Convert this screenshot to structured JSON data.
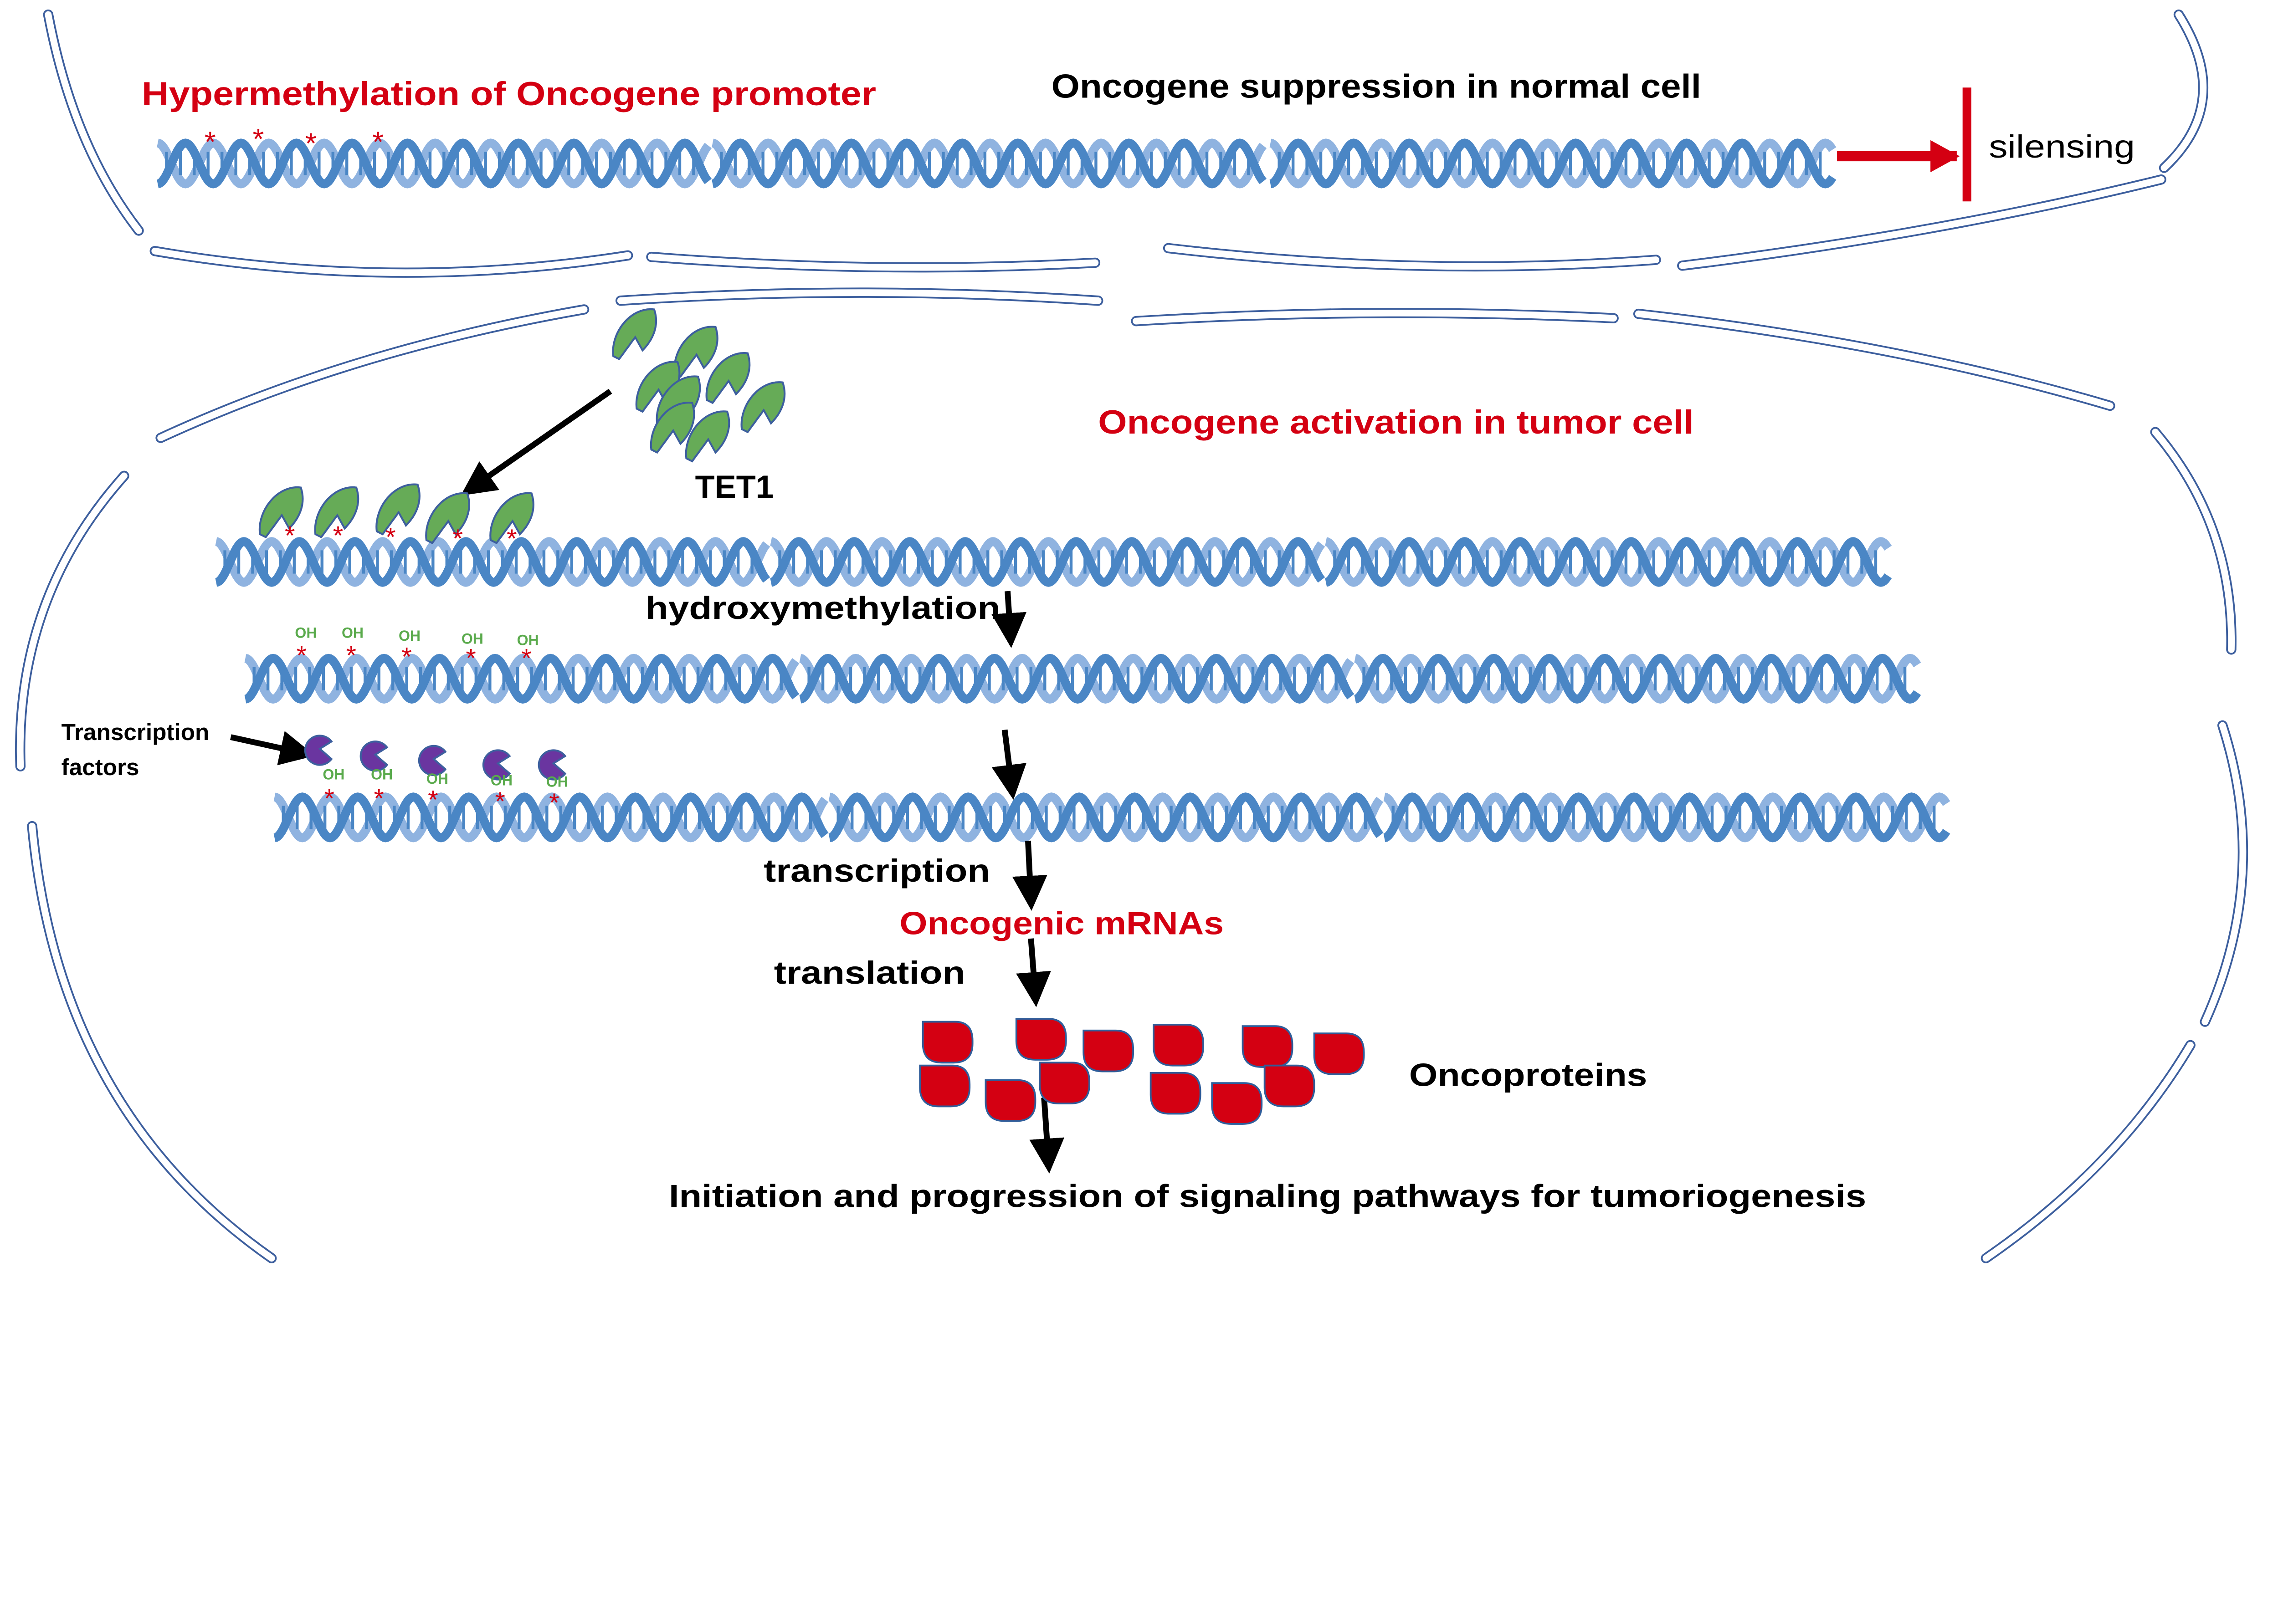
{
  "colors": {
    "red": "#d40012",
    "dna_dark": "#4a86c5",
    "dna_light": "#8fb3e0",
    "tet1_green": "#66ab57",
    "tf_purple": "#6a35a0",
    "membrane": "#3d5f9e",
    "oh_green": "#5aaa4c"
  },
  "normal_cell": {
    "promoter_label": "Hypermethylation of Oncogene promoter",
    "title": "Oncogene suppression in normal cell",
    "silencing_label": "silensing",
    "methyl_mark": "*"
  },
  "tumor_cell": {
    "title": "Oncogene activation in tumor cell",
    "tet1_label": "TET1",
    "hydroxymethylation_label": "hydroxymethylation",
    "tf_label_line1": "Transcription",
    "tf_label_line2": "factors",
    "oh_label": "OH",
    "transcription_label": "transcription",
    "mrna_label": "Oncogenic mRNAs",
    "translation_label": "translation",
    "oncoproteins_label": "Oncoproteins",
    "outcome_label": "Initiation and progression of signaling pathways for tumoriogenesis"
  }
}
